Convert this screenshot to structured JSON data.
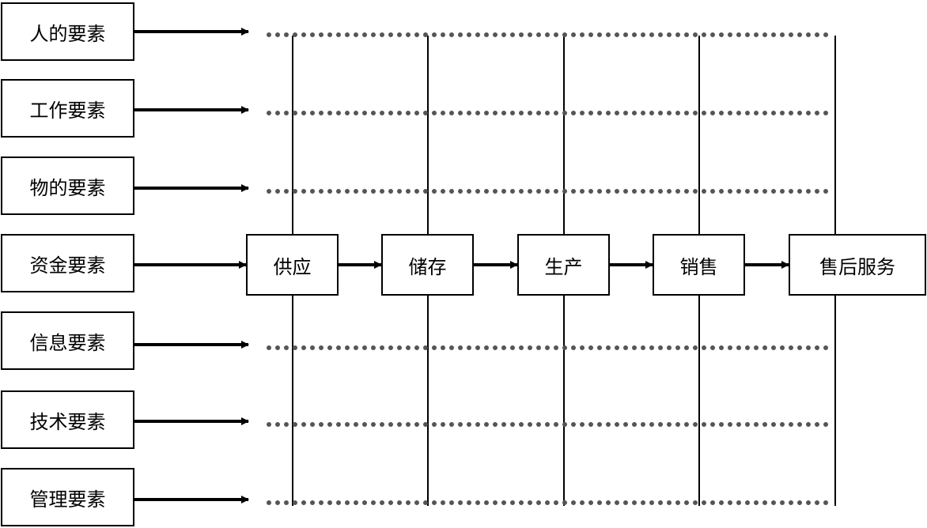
{
  "factors": [
    {
      "label": "人的要素"
    },
    {
      "label": "工作要素"
    },
    {
      "label": "物的要素"
    },
    {
      "label": "资金要素"
    },
    {
      "label": "信息要素"
    },
    {
      "label": "技术要素"
    },
    {
      "label": "管理要素"
    }
  ],
  "stages": [
    {
      "label": "供应"
    },
    {
      "label": "储存"
    },
    {
      "label": "生产"
    },
    {
      "label": "销售"
    },
    {
      "label": "售后服务"
    }
  ],
  "colors": {
    "line": "#000000",
    "dots": "#555555",
    "background": "#ffffff"
  }
}
